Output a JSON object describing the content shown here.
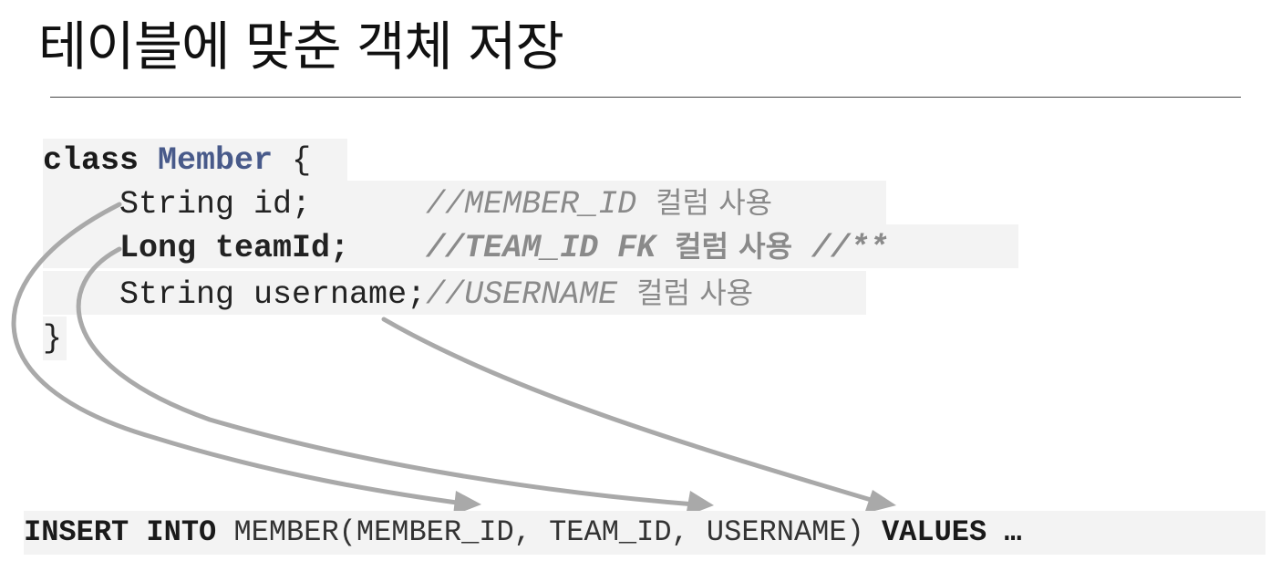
{
  "title": "테이블에 맞춘 객체 저장",
  "code": {
    "line1": {
      "kw": "class",
      "name": "Member",
      "brace": "{"
    },
    "line2": {
      "code": "String id;",
      "comment": "//MEMBER_ID",
      "comment_ko": "컬럼 사용"
    },
    "line3": {
      "code": "Long teamId;",
      "comment": "//TEAM_ID FK",
      "comment_ko": "컬럼 사용",
      "comment_tail": "//**"
    },
    "line4": {
      "code": "String username;",
      "comment": "//USERNAME",
      "comment_ko": "컬럼 사용"
    },
    "line5": {
      "brace": "}"
    }
  },
  "sql": {
    "insert": "INSERT INTO",
    "body": "MEMBER(MEMBER_ID, TEAM_ID, USERNAME)",
    "values": "VALUES …"
  },
  "colors": {
    "class_name": "#485a8a",
    "comment": "#8a8a8a",
    "arrow": "#a9a9a9"
  }
}
